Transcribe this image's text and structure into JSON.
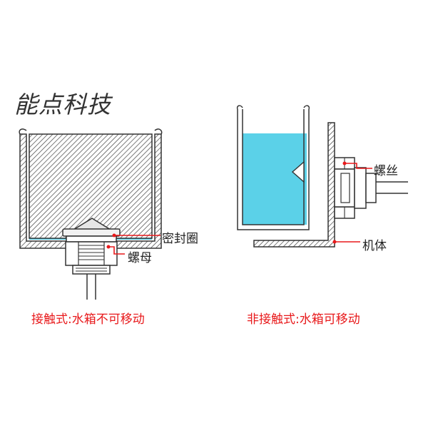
{
  "brand": "能点科技",
  "left": {
    "caption": "接触式:水箱不可移动",
    "labels": {
      "seal_ring": "密封圈",
      "nut": "螺母"
    }
  },
  "right": {
    "caption": "非接触式:水箱可移动",
    "labels": {
      "thread": "螺丝",
      "body": "机体"
    }
  },
  "colors": {
    "water": "#5bd1e8",
    "callout": "#e8191b",
    "line": "#333333",
    "text": "#222222"
  }
}
